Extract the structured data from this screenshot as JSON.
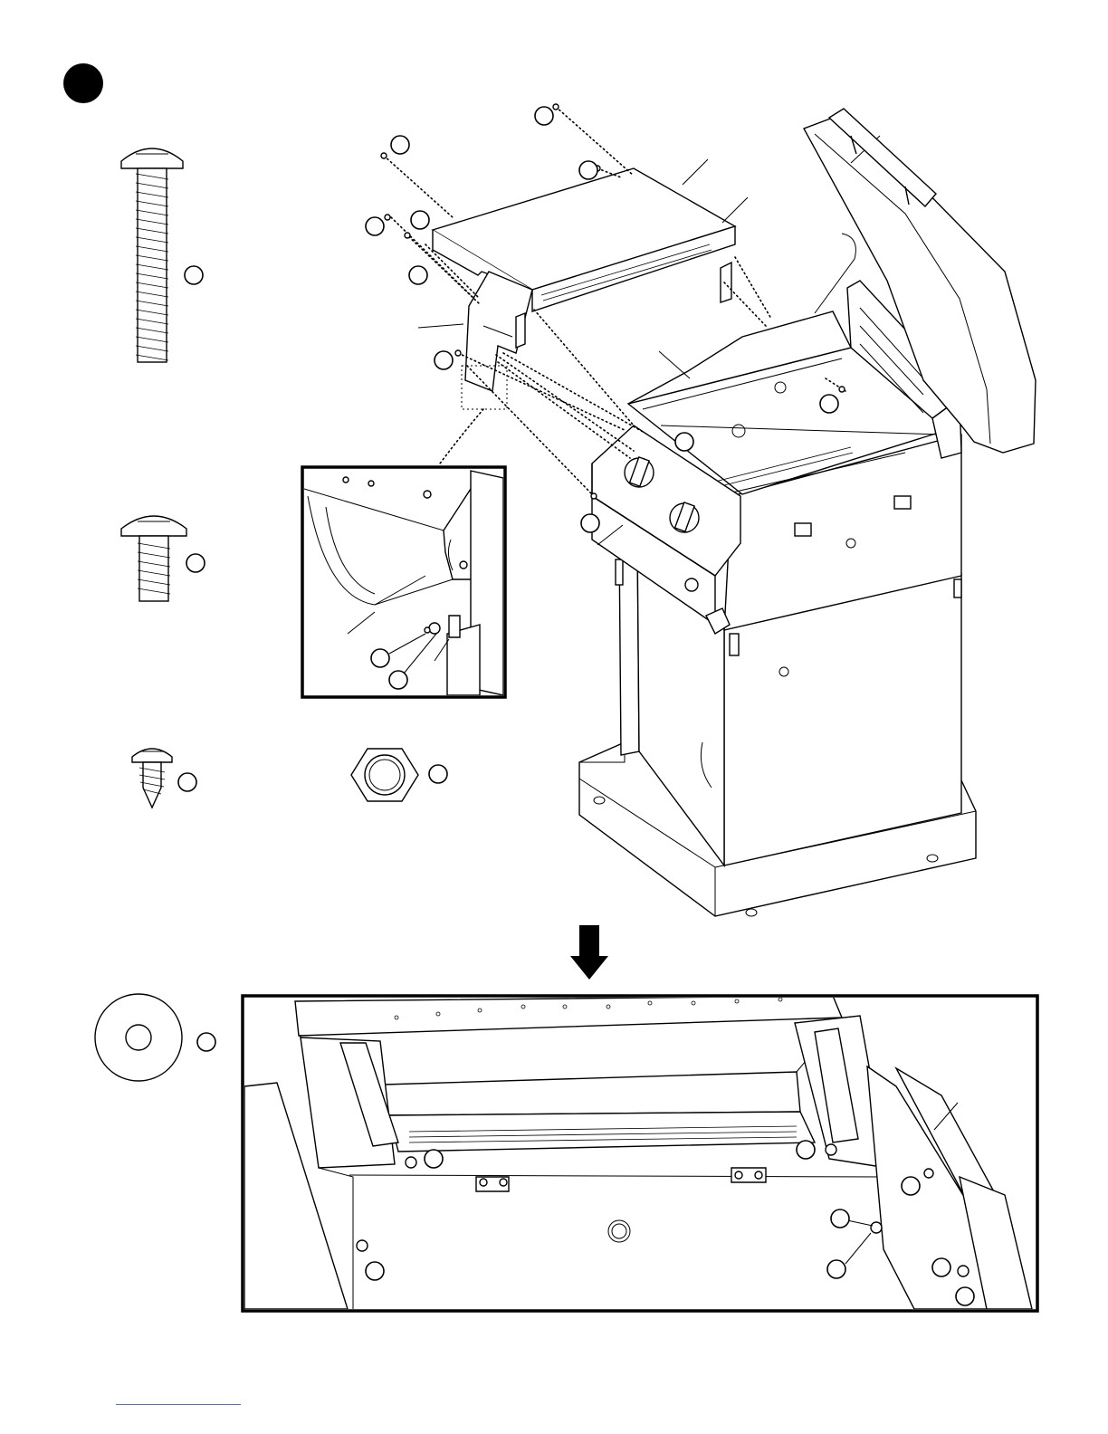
{
  "page": {
    "step_marker": "step-number-badge",
    "footer_rule_color": "#5a6fb0"
  },
  "hardware": [
    {
      "name": "long-machine-screw",
      "callout": ""
    },
    {
      "name": "short-machine-screw",
      "callout": ""
    },
    {
      "name": "self-tapping-screw",
      "callout": ""
    },
    {
      "name": "hex-nut",
      "callout": ""
    },
    {
      "name": "flat-washer",
      "callout": ""
    }
  ],
  "icons": {
    "arrow": "down-arrow-icon",
    "badge": "step-badge-icon"
  }
}
